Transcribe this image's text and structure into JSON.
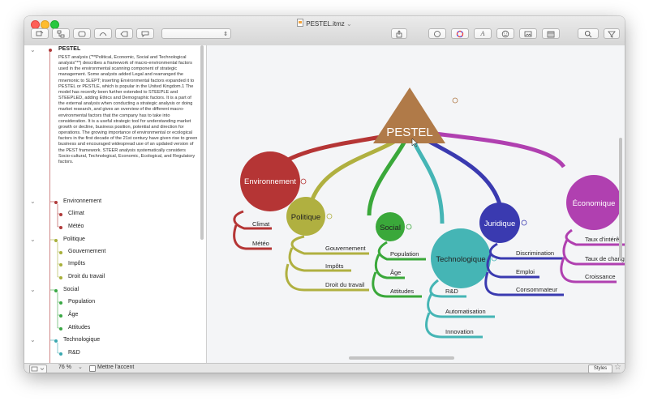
{
  "window": {
    "title": "PESTEL.itmz",
    "title_chevron": "⌄"
  },
  "toolbar": {
    "dropdown_value": ""
  },
  "outline": {
    "root": {
      "label": "PESTEL",
      "note": "PEST analysis (\"**Political, Economic, Social and Technological analysis\"**) describes a framework of macro-environmental factors used in the environmental scanning component of strategic management. Some analysts added Legal and rearranged the mnemonic to SLEPT; inserting Environmental factors expanded it to PESTEL or PESTLE, which is popular in the United Kingdom.1 The model has recently been further extended to STEEPLE and STEEPLED, adding Ethics and Demographic factors. It is a part of the external analysis when conducting a strategic analysis or doing market research, and gives an overview of the different macro-environmental factors that the company has to take into consideration. It is a useful strategic tool for understanding market growth or decline, business position, potential and direction for operations. The growing importance of environmental or ecological factors in the first decade of the 21st century have given rise to green business and encouraged widespread use of an updated version of the PEST framework. STEER analysis systematically considers Socio-cultural, Technological, Economic, Ecological, and Regulatory factors."
    },
    "groups": [
      {
        "label": "Environnement",
        "color": "#b03a3a",
        "children": [
          "Climat",
          "Météo"
        ]
      },
      {
        "label": "Politique",
        "color": "#a8b03a",
        "children": [
          "Gouvernement",
          "Impôts",
          "Droit du travail"
        ]
      },
      {
        "label": "Social",
        "color": "#3aa845",
        "children": [
          "Population",
          "Âge",
          "Attitudes"
        ]
      },
      {
        "label": "Technologique",
        "color": "#3aa8b0",
        "children": [
          "R&D"
        ]
      }
    ]
  },
  "map": {
    "root_label": "PESTEL",
    "root_color": "#b07a48",
    "nodes": [
      {
        "label": "Environnement",
        "color": "#b53535",
        "children": [
          "Climat",
          "Météo"
        ]
      },
      {
        "label": "Politique",
        "color": "#b0b040",
        "children": [
          "Gouvernement",
          "Impôts",
          "Droit du travail"
        ]
      },
      {
        "label": "Social",
        "color": "#3aa83a",
        "children": [
          "Population",
          "Âge",
          "Attitudes"
        ]
      },
      {
        "label": "Technologique",
        "color": "#45b5b5",
        "children": [
          "R&D",
          "Automatisation",
          "Innovation"
        ]
      },
      {
        "label": "Juridique",
        "color": "#3a3ab0",
        "children": [
          "Discrimination",
          "Emploi",
          "Consommateur"
        ]
      },
      {
        "label": "Économique",
        "color": "#b040b0",
        "children": [
          "Taux d'intérêt",
          "Taux de change",
          "Croissance"
        ]
      }
    ]
  },
  "status": {
    "zoom": "76 %",
    "highlight_label": "Mettre l'accent",
    "styles_label": "Styles"
  }
}
